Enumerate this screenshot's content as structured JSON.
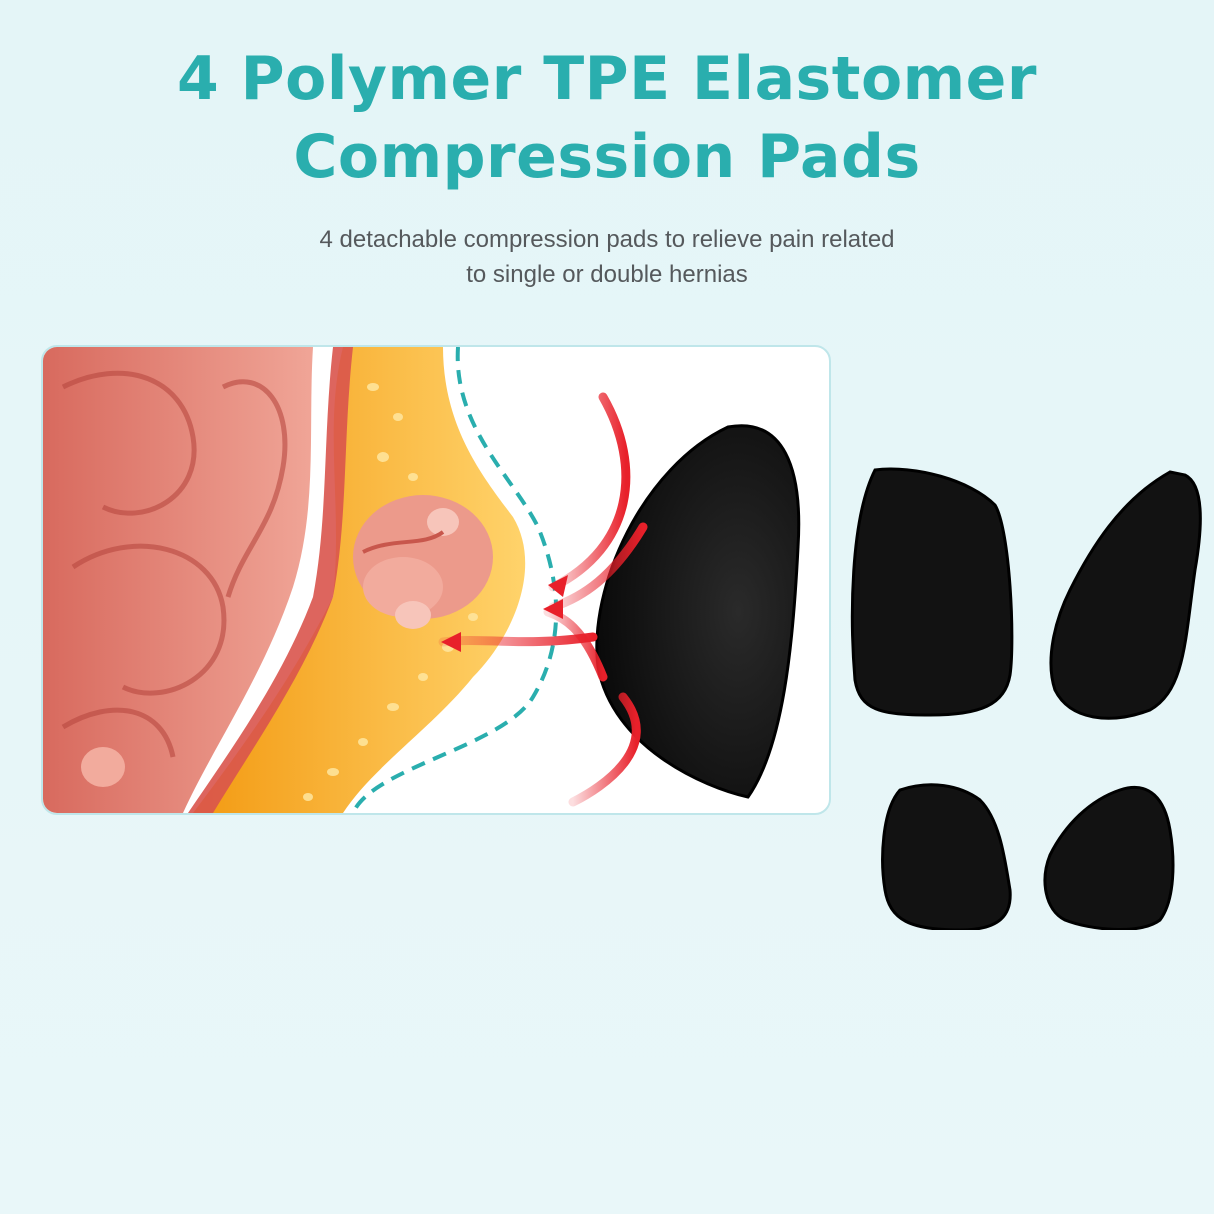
{
  "headline": {
    "line1": "4 Polymer TPE Elastomer",
    "line2": "Compression Pads"
  },
  "subtitle": {
    "line1": "4 detachable compression pads to relieve pain related",
    "line2": "to single or double hernias"
  },
  "colors": {
    "accent": "#2aaeae",
    "subtitle_text": "#55595c",
    "background": "#e6f6f8",
    "dashed_line": "#2aaeae",
    "arrows": "#e8202a",
    "pad": "#111111",
    "fat_layer": "#f3a21e",
    "intestine": "#e98f80"
  }
}
